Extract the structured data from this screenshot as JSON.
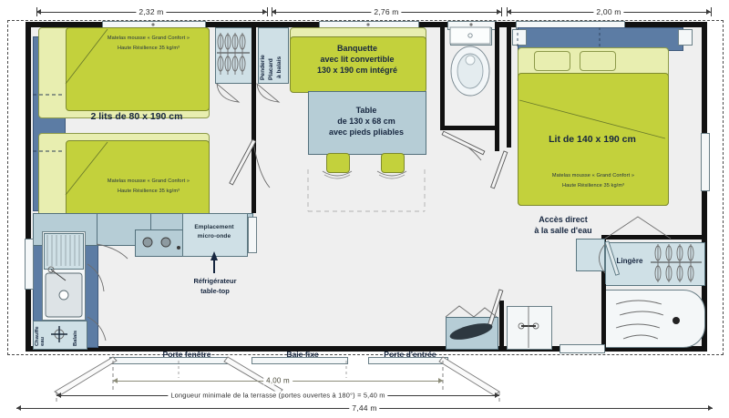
{
  "plan": {
    "title": "Mobil-home floor plan",
    "dimensions_top": [
      {
        "label": "2,32 m"
      },
      {
        "label": "2,76 m"
      },
      {
        "label": "2,00 m"
      }
    ],
    "dimensions_bottom": [
      {
        "label": "4,00 m"
      },
      {
        "label": "Longueur minimale de la terrasse (portes ouvertes à 180°) = 5,40 m"
      },
      {
        "label": "7,44 m"
      }
    ]
  },
  "rooms": {
    "bedroom_twin": {
      "main_label": "2 lits de 80 x 190 cm",
      "mattress_line1": "Matelas mousse « Grand Confort »",
      "mattress_line2": "Haute Résilience 35 kg/m³"
    },
    "closet": {
      "label_line1": "Penderie",
      "label_line2": "Placard",
      "label_line3": "à balais"
    },
    "living": {
      "banquette_line1": "Banquette",
      "banquette_line2": "avec lit convertible",
      "banquette_line3": "130 x 190 cm intégré",
      "table_line1": "Table",
      "table_line2": "de 130 x 68 cm",
      "table_line3": "avec pieds pliables"
    },
    "kitchen": {
      "microwave_line1": "Emplacement",
      "microwave_line2": "micro-onde",
      "fridge_line1": "Réfrigérateur",
      "fridge_line2": "table-top",
      "water_heater": "Chauffe eau",
      "broom": "Balais"
    },
    "bedroom_double": {
      "main_label": "Lit de 140 x 190 cm",
      "mattress_line1": "Matelas mousse « Grand Confort »",
      "mattress_line2": "Haute Résilience 35 kg/m³"
    },
    "bathroom": {
      "access_line1": "Accès direct",
      "access_line2": "à la salle d'eau",
      "linen_label": "Lingère"
    }
  },
  "openings": {
    "porte_fenetre": "Porte fenêtre",
    "baie_fixe": "Baie fixe",
    "porte_entree": "Porte d'entrée"
  },
  "colors": {
    "bed_top": "#c3d13c",
    "bed_base": "#e8eeb0",
    "cabinet_blue": "#5c7ca4",
    "unit_grey": "#b6cdd6",
    "wall": "#111111",
    "room_floor": "#efefef",
    "text": "#16263f"
  }
}
